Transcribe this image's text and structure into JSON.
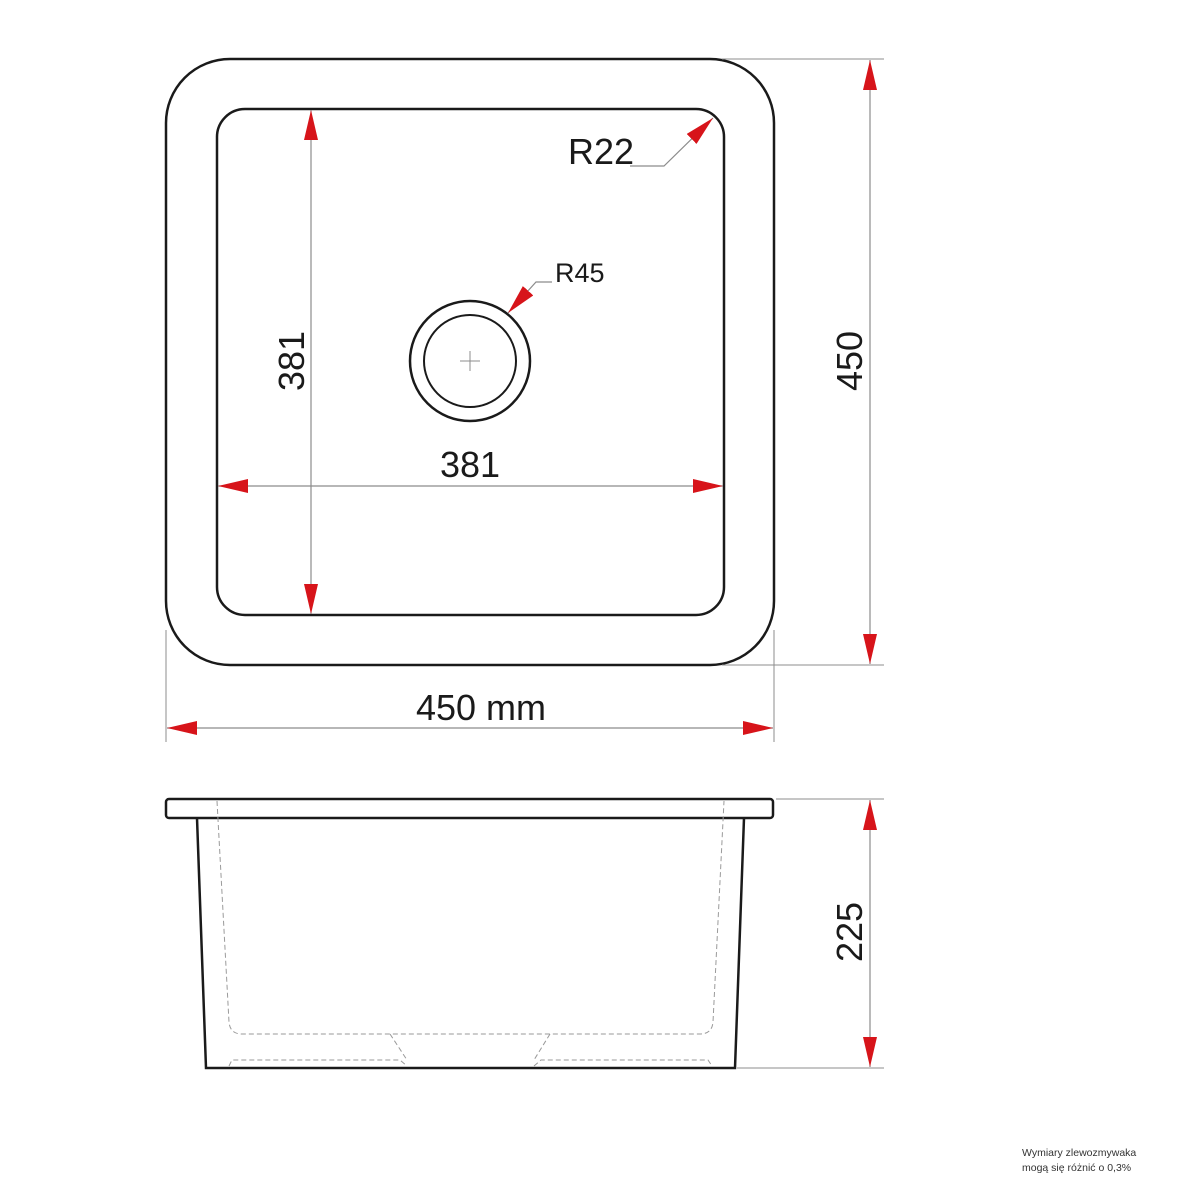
{
  "colors": {
    "outline": "#1a1a1a",
    "dimension_line": "#8c8c8c",
    "arrow": "#d7141a",
    "hidden_line": "#9a9a9a"
  },
  "top_view": {
    "corner_radius_label": "R22",
    "drain_radius_label": "R45",
    "inner_height_label": "381",
    "inner_width_label": "381",
    "outer_height_label": "450",
    "outer_width_label": "450 mm"
  },
  "side_view": {
    "depth_label": "225"
  },
  "note": {
    "line1": "Wymiary zlewozmywaka",
    "line2": "mogą się różnić o 0,3%"
  }
}
